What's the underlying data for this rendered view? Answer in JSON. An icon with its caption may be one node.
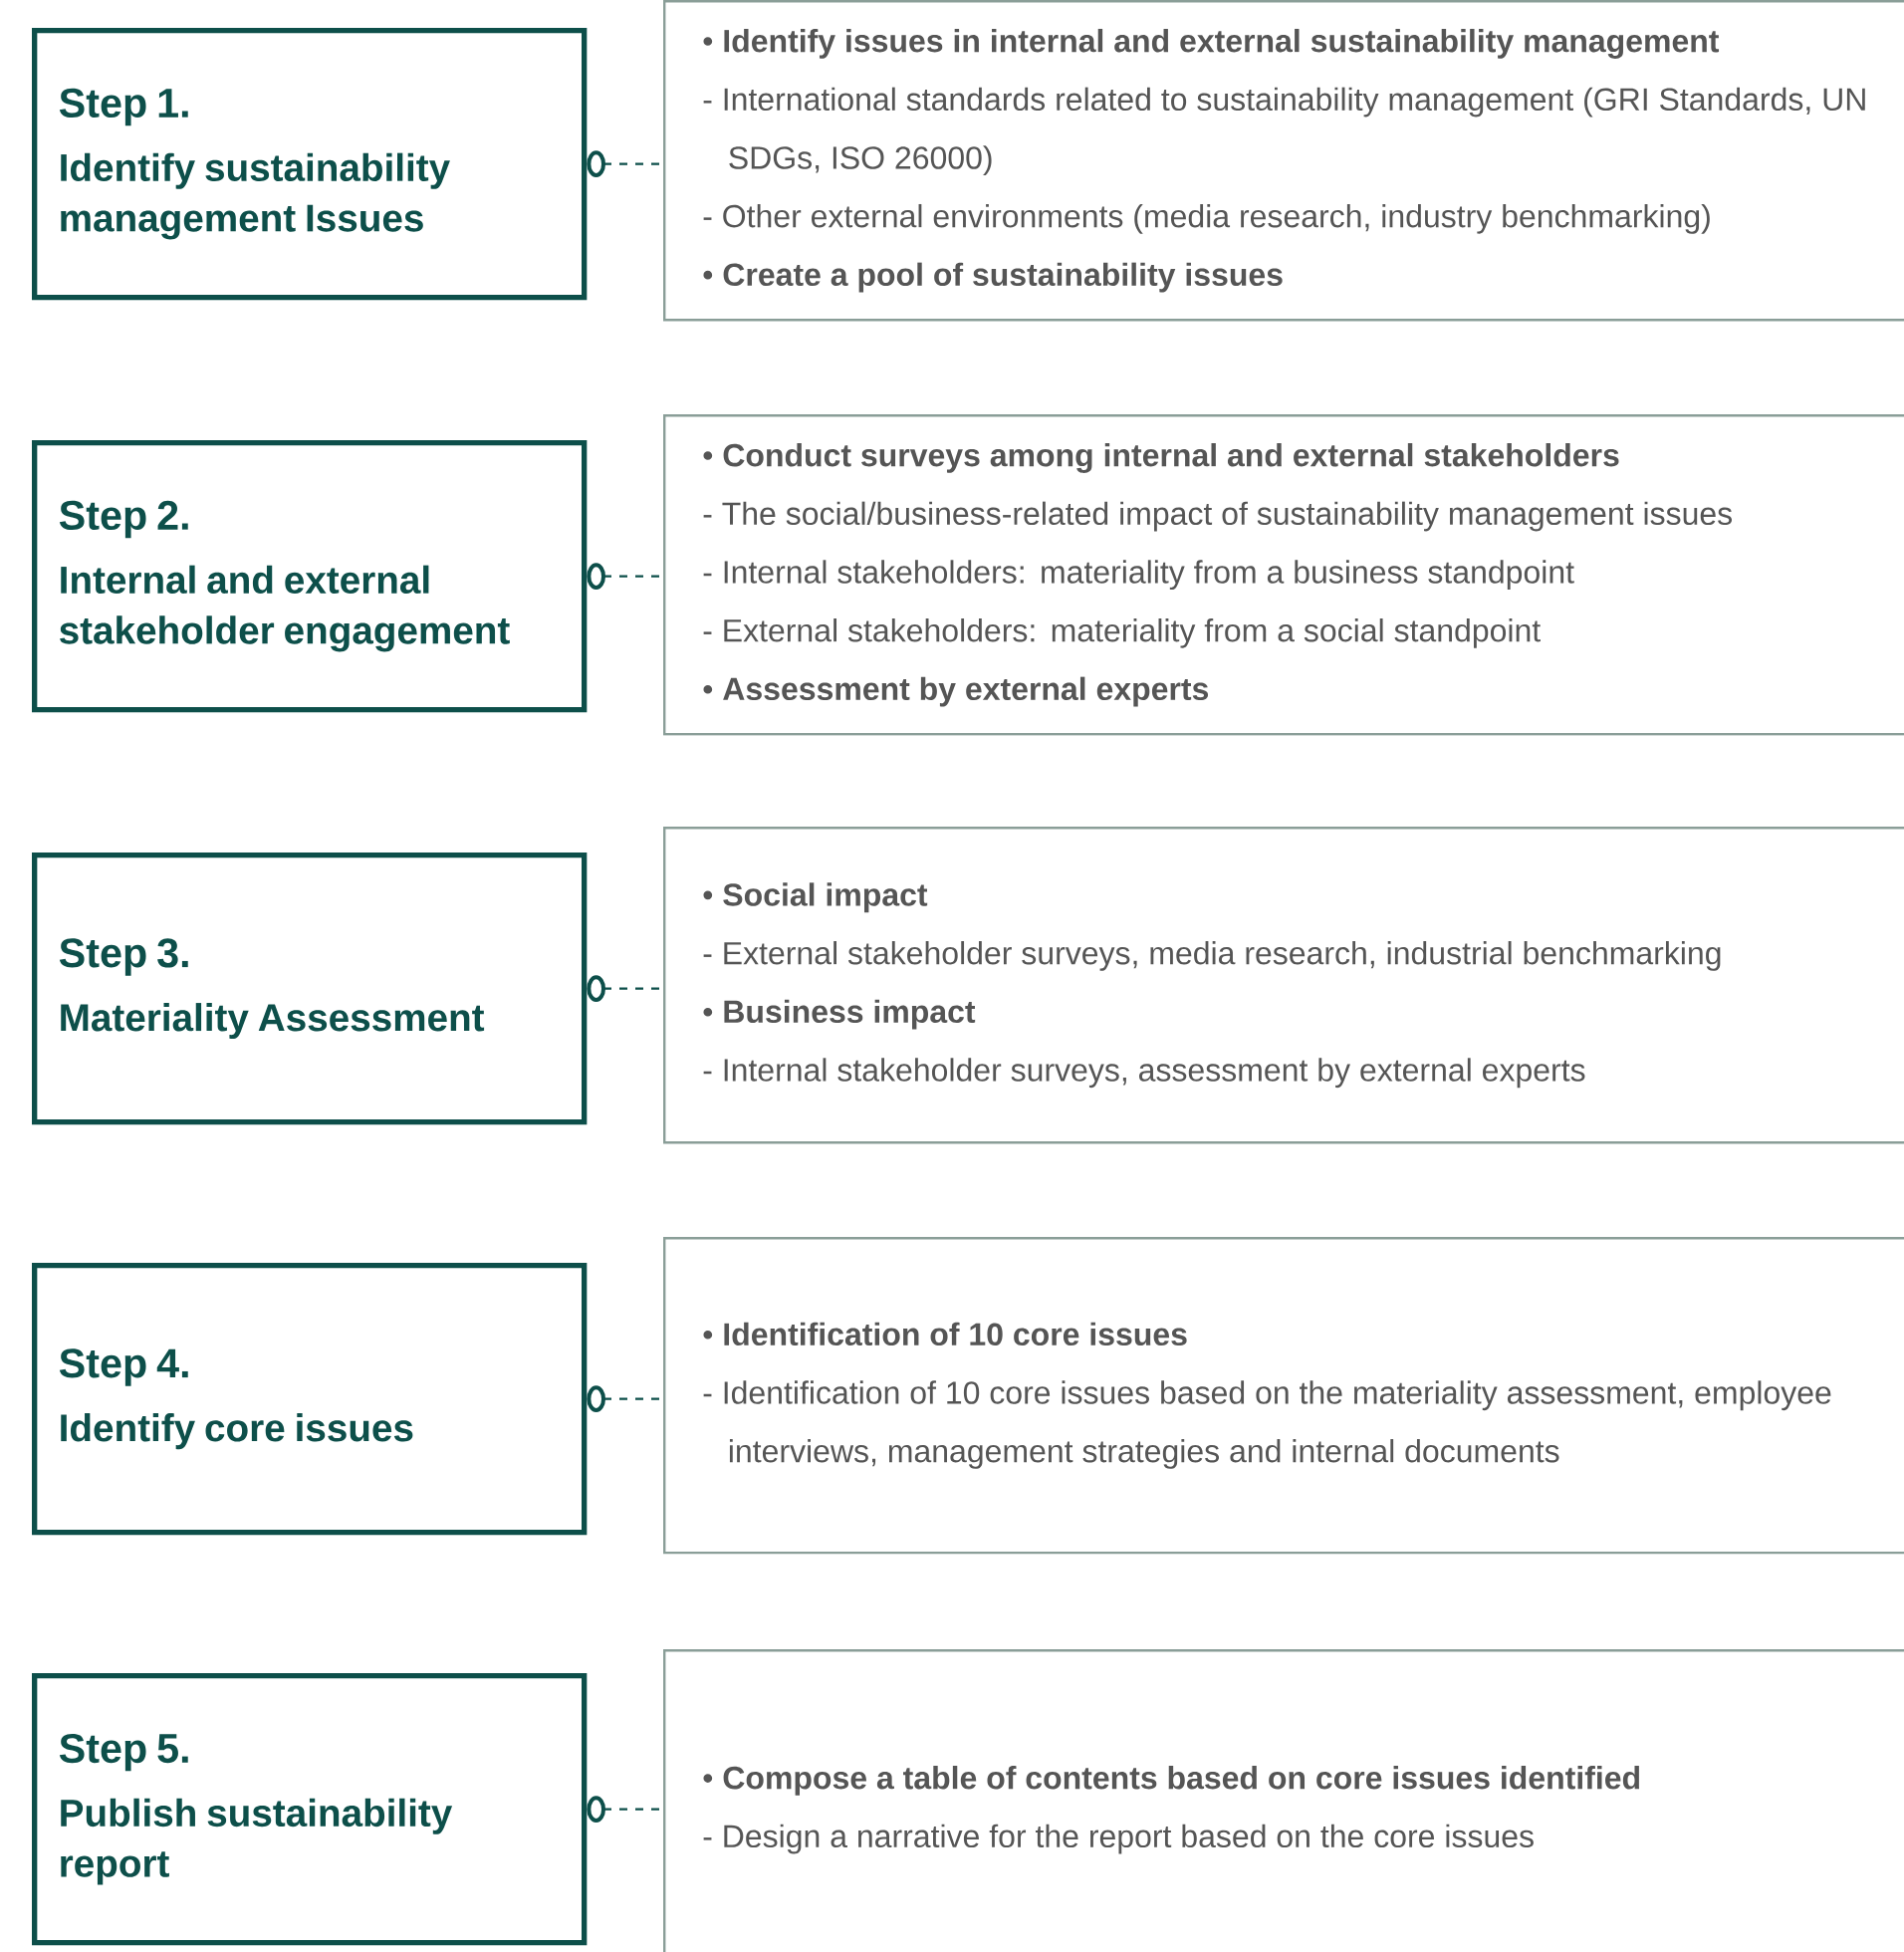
{
  "diagram": {
    "nodes": [
      {
        "text": [
          "Step 1.",
          "Identify sustainability management Issues"
        ]
      },
      {
        "text": [
          "• **Identify issues in internal and external sustainability management**",
          "- International standards related to sustainability management (GRI Standards, UN SDGs, ISO 26000)",
          "- Other external environments (media research, industry benchmarking)",
          "• **Create a pool of sustainability issues**"
        ]
      },
      {
        "text": [
          "Step 2.",
          "Internal and external stakeholder engagement"
        ]
      },
      {
        "text": [
          "• **Conduct surveys among internal and external stakeholders**",
          "- The social/business-related impact of sustainability management issues",
          "- Internal stakeholders: materiality from a business standpoint",
          "- External stakeholders: materiality from a social standpoint",
          "• **Assessment by external experts**"
        ]
      },
      {
        "text": [
          "Step 3.",
          "Materiality Assessment"
        ]
      },
      {
        "text": [
          "• **Social impact**",
          "- External stakeholder surveys, media research, industrial benchmarking",
          "• **Business impact**",
          "- Internal stakeholder surveys, assessment by external experts"
        ]
      },
      {
        "text": [
          "Step 4.",
          "Identify core issues"
        ]
      },
      {
        "text": [
          "• **Identification of 10 core issues**",
          "- Identification of 10 core issues based on the materiality assessment, employee interviews, management strategies and internal documents"
        ]
      },
      {
        "text": [
          "Step 5.",
          "Publish sustainability report"
        ]
      },
      {
        "text": [
          "• **Compose a table of contents based on core issues identified**",
          "- Design a narrative for the report based on the core issues"
        ]
      }
    ],
    "edges": [
      {
        "from": 0,
        "to": 1,
        "arrow": "other",
        "style": "dashed"
      },
      {
        "from": 2,
        "to": 3,
        "arrow": "other",
        "style": "dashed"
      },
      {
        "from": 4,
        "to": 5,
        "arrow": "other",
        "style": "dashed"
      },
      {
        "from": 6,
        "to": 7,
        "arrow": "other",
        "style": "dashed"
      },
      {
        "from": 8,
        "to": 9,
        "arrow": "other",
        "style": "dashed"
      }
    ]
  }
}
